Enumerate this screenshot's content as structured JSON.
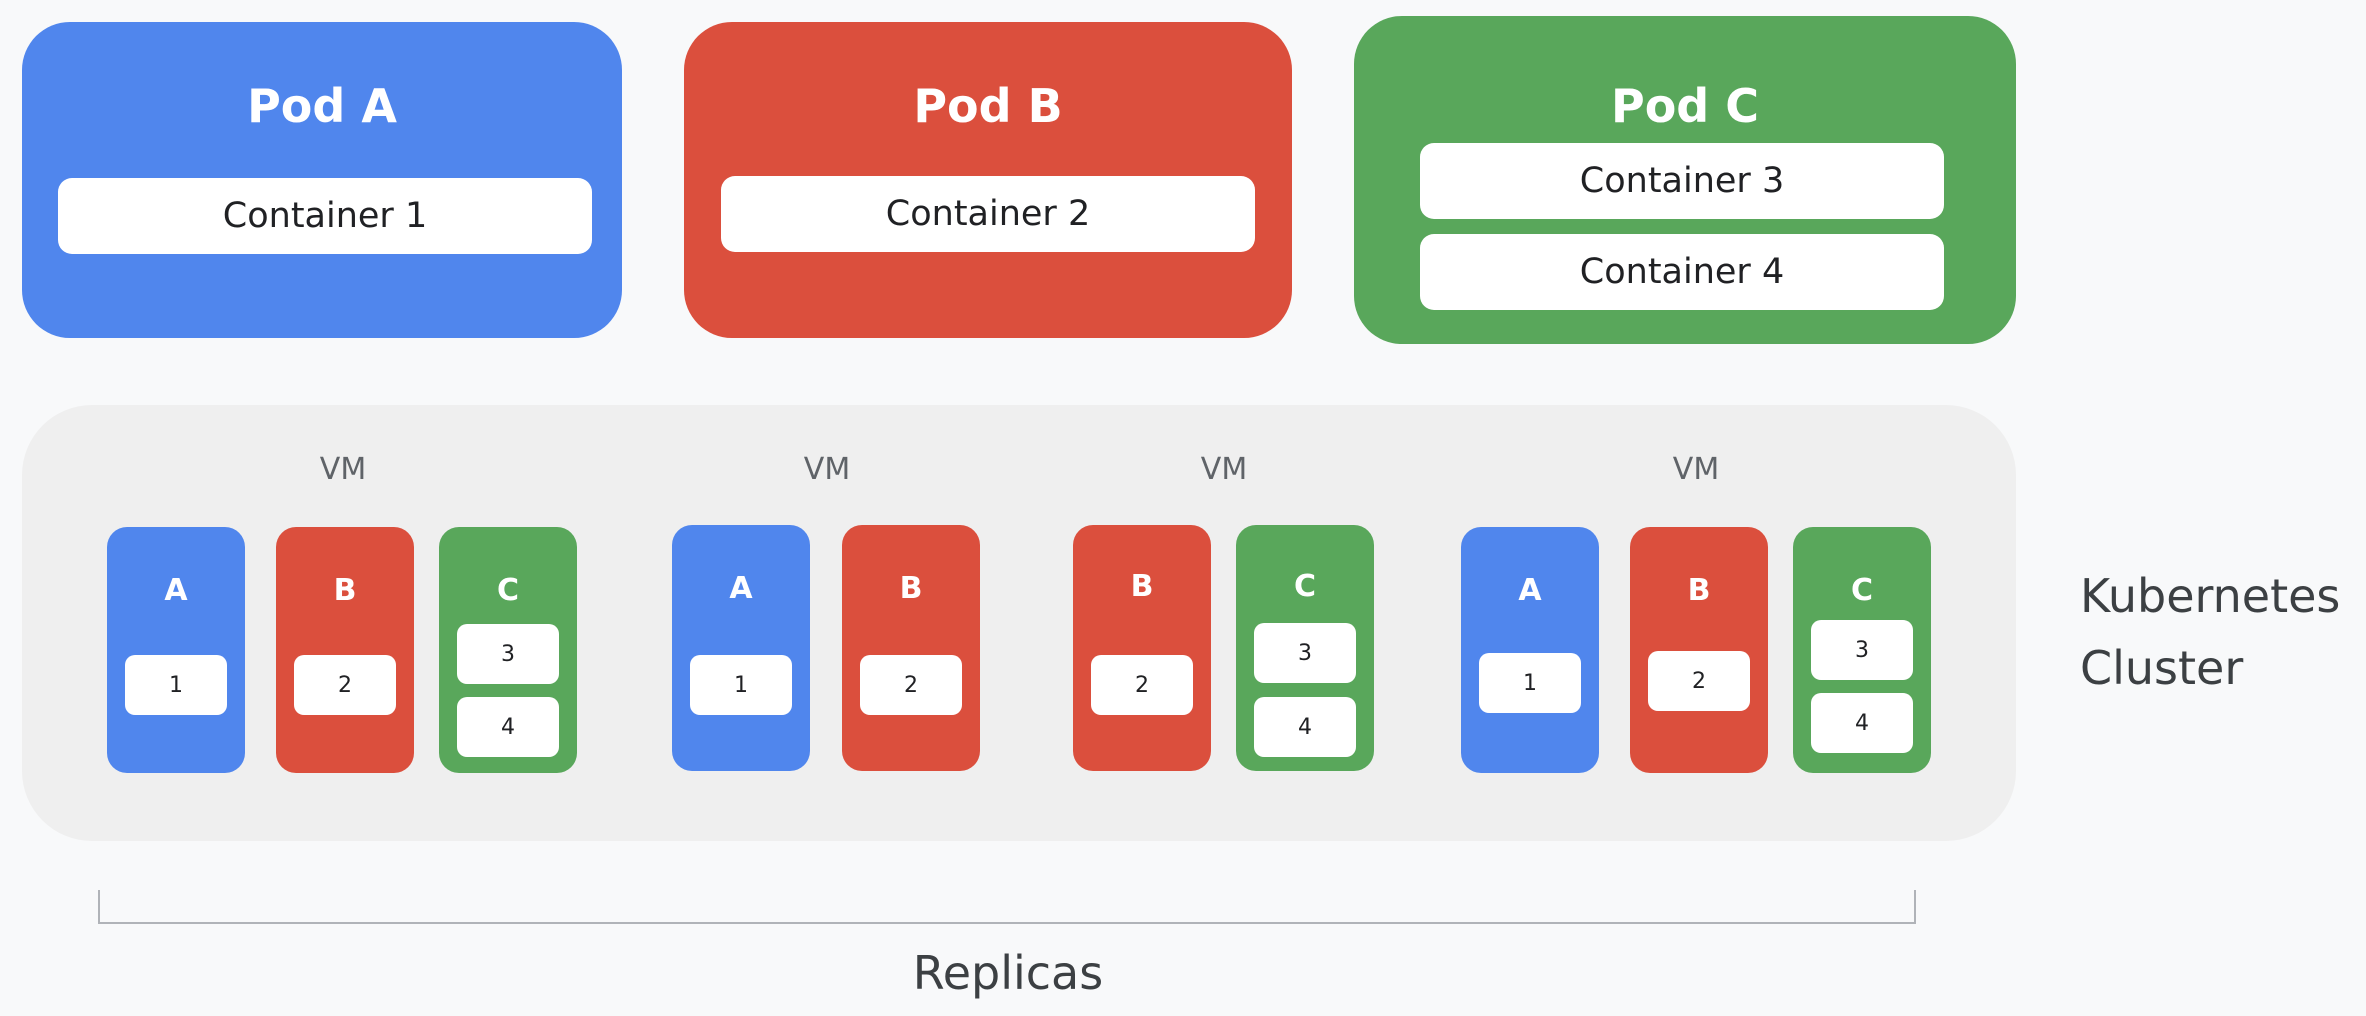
{
  "pods": [
    {
      "title": "Pod A",
      "containers": [
        "Container 1"
      ]
    },
    {
      "title": "Pod B",
      "containers": [
        "Container 2"
      ]
    },
    {
      "title": "Pod C",
      "containers": [
        "Container 3",
        "Container 4"
      ]
    }
  ],
  "vms": [
    {
      "label": "VM",
      "pods": [
        {
          "label": "A",
          "boxes": [
            "1"
          ]
        },
        {
          "label": "B",
          "boxes": [
            "2"
          ]
        },
        {
          "label": "C",
          "boxes": [
            "3",
            "4"
          ]
        }
      ]
    },
    {
      "label": "VM",
      "pods": [
        {
          "label": "A",
          "boxes": [
            "1"
          ]
        },
        {
          "label": "B",
          "boxes": [
            "2"
          ]
        }
      ]
    },
    {
      "label": "VM",
      "pods": [
        {
          "label": "B",
          "boxes": [
            "2"
          ]
        },
        {
          "label": "C",
          "boxes": [
            "3",
            "4"
          ]
        }
      ]
    },
    {
      "label": "VM",
      "pods": [
        {
          "label": "A",
          "boxes": [
            "1"
          ]
        },
        {
          "label": "B",
          "boxes": [
            "2"
          ]
        },
        {
          "label": "C",
          "boxes": [
            "3",
            "4"
          ]
        }
      ]
    }
  ],
  "cluster": {
    "line1": "Kubernetes",
    "line2": "Cluster"
  },
  "replicas_label": "Replicas",
  "colors": {
    "pod_a": "#5086ed",
    "pod_b": "#db4f3d",
    "pod_c": "#59a75b",
    "cluster_bg": "#efefef"
  }
}
